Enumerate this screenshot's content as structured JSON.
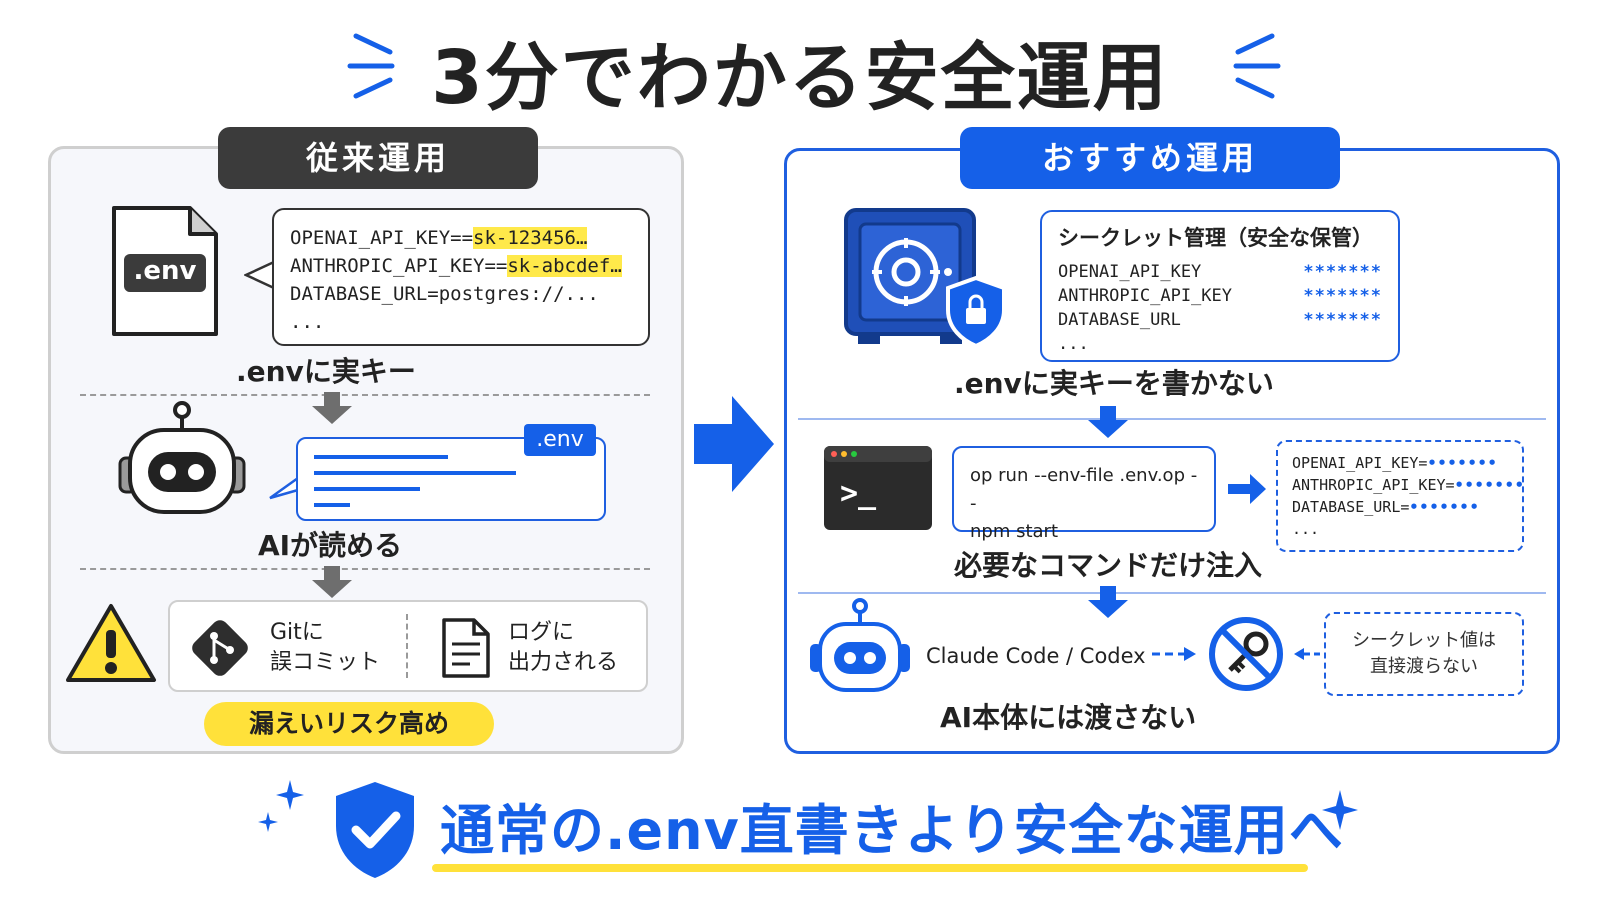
{
  "title": "3分でわかる安全運用",
  "left": {
    "header": "従来運用",
    "file_label": ".env",
    "code_lines": [
      {
        "key": "OPENAI_API_KEY==",
        "value": "sk-123456…"
      },
      {
        "key": "ANTHROPIC_API_KEY==",
        "value": "sk-abcdef…"
      },
      {
        "key": "DATABASE_URL=postgres://...",
        "value": ""
      },
      {
        "key": "...",
        "value": ""
      }
    ],
    "caption1": ".envに実キー",
    "env_tag": ".env",
    "caption2": "AIが読める",
    "risk_git_line1": "Gitに",
    "risk_git_line2": "誤コミット",
    "risk_log_line1": "ログに",
    "risk_log_line2": "出力される",
    "risk_badge": "漏えいリスク高め"
  },
  "right": {
    "header": "おすすめ運用",
    "secret_title": "シークレット管理（安全な保管）",
    "secrets": [
      {
        "key": "OPENAI_API_KEY",
        "mask": "*******"
      },
      {
        "key": "ANTHROPIC_API_KEY",
        "mask": "*******"
      },
      {
        "key": "DATABASE_URL",
        "mask": "*******"
      }
    ],
    "secret_more": "...",
    "caption1": ".envに実キーを書かない",
    "terminal_prompt": ">_",
    "cmd_line1": "op run --env-file .env.op --",
    "cmd_line2": "npm start",
    "injected": [
      {
        "key": "OPENAI_API_KEY=",
        "mask": "•••••••"
      },
      {
        "key": "ANTHROPIC_API_KEY=",
        "mask": "•••••••"
      },
      {
        "key": "DATABASE_URL=",
        "mask": "•••••••"
      }
    ],
    "injected_more": "...",
    "caption2": "必要なコマンドだけ注入",
    "agent_label": "Claude Code / Codex",
    "noval_line1": "シークレット値は",
    "noval_line2": "直接渡らない",
    "caption3": "AI本体には渡さない"
  },
  "bottom_message": "通常の.env直書きより安全な運用へ",
  "colors": {
    "accent": "#1560e8",
    "warning": "#ffe13a",
    "dark": "#3b3b3b"
  }
}
